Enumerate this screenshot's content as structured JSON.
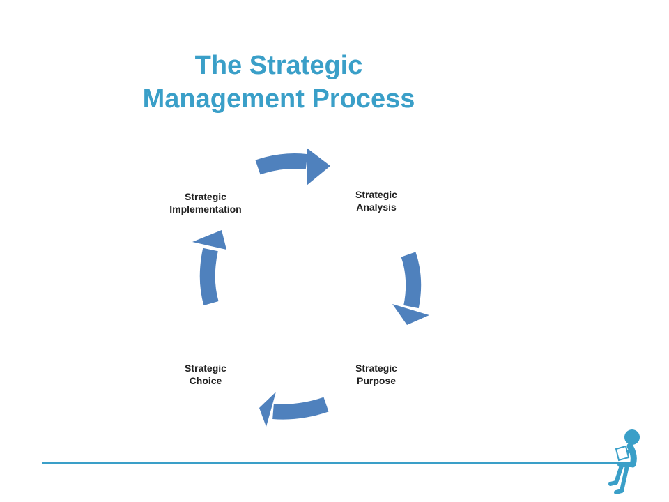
{
  "slide": {
    "title_line1": "The Strategic",
    "title_line2": "Management Process"
  },
  "cycle": {
    "nodes": [
      {
        "line1": "Strategic",
        "line2": "Analysis"
      },
      {
        "line1": "Strategic",
        "line2": "Purpose"
      },
      {
        "line1": "Strategic",
        "line2": "Choice"
      },
      {
        "line1": "Strategic",
        "line2": "Implementation"
      }
    ]
  },
  "colors": {
    "title": "#3a9fc8",
    "arrow": "#4f81bd",
    "baseline": "#3a9fc8",
    "figure": "#3a9fc8"
  },
  "icons": {
    "decoration": "sitting-person-reading-icon"
  }
}
